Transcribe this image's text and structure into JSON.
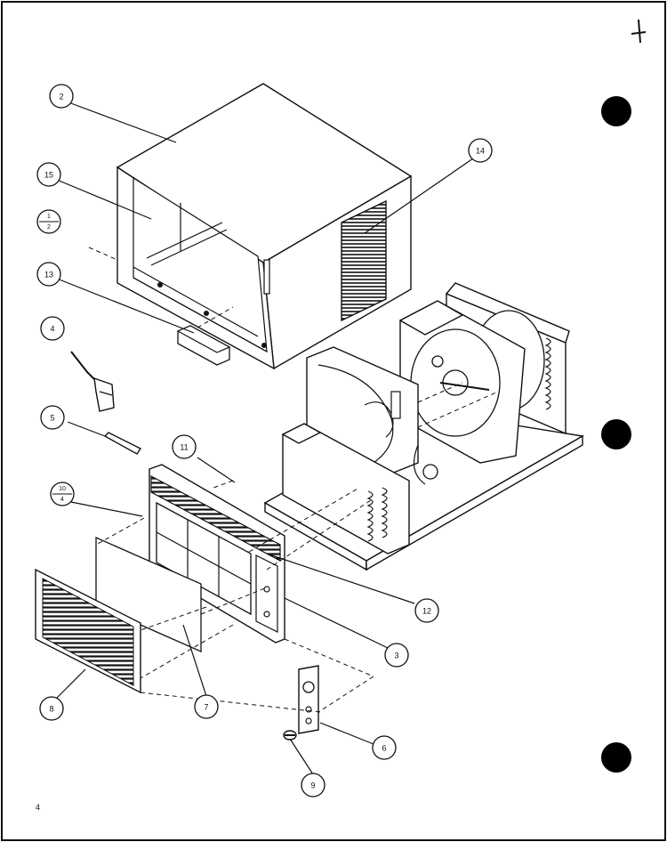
{
  "callouts": {
    "c2": "2",
    "c15": "15",
    "c1": {
      "num": "1",
      "den": "2"
    },
    "c13": "13",
    "c14": "14",
    "c4": "4",
    "c5": "5",
    "c11": "11",
    "c10": {
      "num": "10",
      "den": "4"
    },
    "c12": "12",
    "c3": "3",
    "c8": "8",
    "c7": "7",
    "c6": "6",
    "c9": "9"
  },
  "page_number": "4"
}
